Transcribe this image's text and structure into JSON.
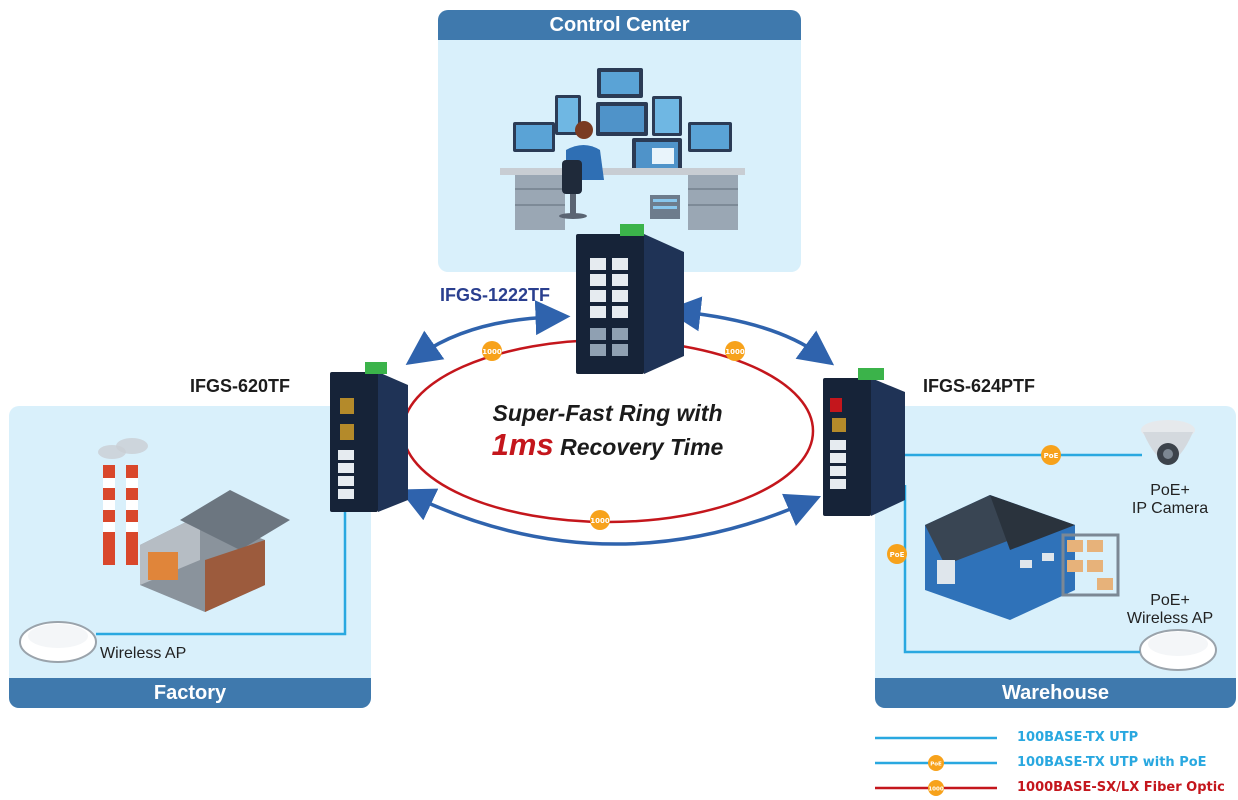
{
  "panels": {
    "control_center": {
      "title": "Control Center"
    },
    "factory": {
      "title": "Factory"
    },
    "warehouse": {
      "title": "Warehouse"
    }
  },
  "switches": {
    "center": {
      "name": "IFGS-1222TF"
    },
    "left": {
      "name": "IFGS-620TF"
    },
    "right": {
      "name": "IFGS-624PTF"
    }
  },
  "ring": {
    "line1": "Super-Fast Ring with",
    "highlight": "1ms",
    "line2_rest": "Recovery Time"
  },
  "devices": {
    "factory_ap": "Wireless AP",
    "camera_line1": "PoE+",
    "camera_line2": "IP Camera",
    "warehouse_ap_line1": "PoE+",
    "warehouse_ap_line2": "Wireless AP"
  },
  "badges": {
    "fiber": "1000",
    "poe": "PoE"
  },
  "legend": [
    {
      "label": "100BASE-TX UTP",
      "color": "#29a8e0"
    },
    {
      "label": "100BASE-TX UTP with PoE",
      "color": "#29a8e0"
    },
    {
      "label": "1000BASE-SX/LX Fiber Optic",
      "color": "#c4161c"
    }
  ],
  "colors": {
    "panel_bg": "#d9f0fb",
    "panel_bar": "#3f79ad",
    "utp": "#29a8e0",
    "fiber": "#c4161c",
    "arrow": "#2f63ad",
    "badge": "#f7a21b"
  }
}
